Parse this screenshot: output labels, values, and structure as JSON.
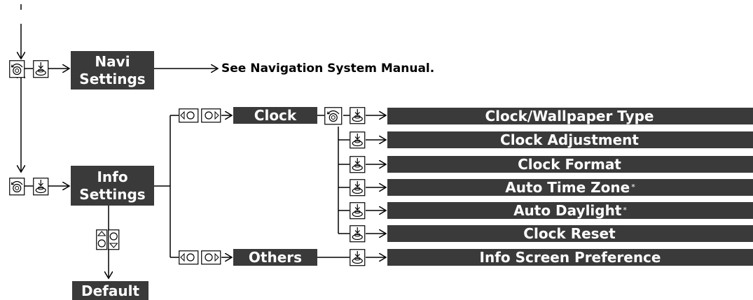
{
  "navi_settings": {
    "line1": "Navi",
    "line2": "Settings"
  },
  "navi_note": "See Navigation System Manual.",
  "info_settings": {
    "line1": "Info",
    "line2": "Settings"
  },
  "default_label": "Default",
  "clock_label": "Clock",
  "others_label": "Others",
  "clock_items": [
    {
      "label": "Clock/Wallpaper Type",
      "asterisk": ""
    },
    {
      "label": "Clock Adjustment",
      "asterisk": ""
    },
    {
      "label": "Clock Format",
      "asterisk": ""
    },
    {
      "label": "Auto Time Zone",
      "asterisk": "*"
    },
    {
      "label": "Auto Daylight",
      "asterisk": "*"
    },
    {
      "label": "Clock Reset",
      "asterisk": ""
    }
  ],
  "others_item": {
    "label": "Info Screen Preference"
  },
  "icons": {
    "rotate": "interface-dial-rotate-icon",
    "press": "interface-dial-press-icon",
    "move_lr": "interface-dial-move-left-right-icon",
    "move_ud": "interface-dial-move-up-down-icon"
  },
  "colors": {
    "box": "#3a3a3a",
    "text": "#ffffff",
    "line": "#000000"
  }
}
